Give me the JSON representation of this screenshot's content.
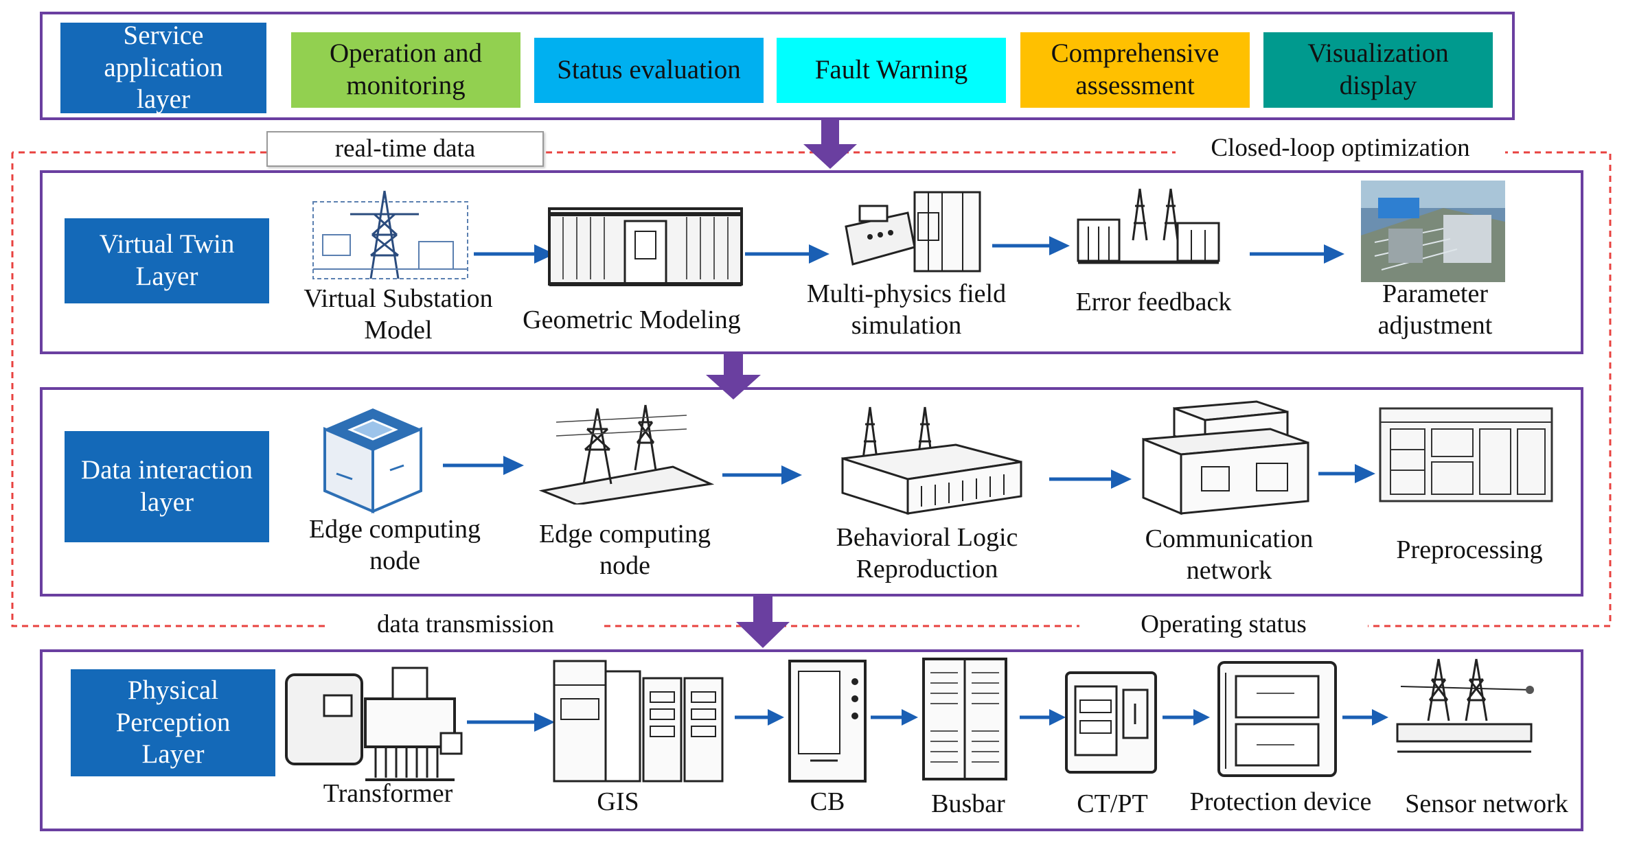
{
  "colors": {
    "layer_border": "#6a3fa0",
    "layer_label_bg": "#1469b8",
    "arrow_blue": "#1a5fb4",
    "down_arrow": "#6a3fa0",
    "loop_dash": "#e8423f",
    "svc_green": "#92d050",
    "svc_blue": "#00b0f0",
    "svc_cyan": "#00ffff",
    "svc_orange": "#ffc000",
    "svc_teal": "#009a8e"
  },
  "service": {
    "label": "Service\napplication\nlayer",
    "items": [
      {
        "label": "Operation and\nmonitoring",
        "color": "#92d050"
      },
      {
        "label": "Status evaluation",
        "color": "#00b0f0"
      },
      {
        "label": "Fault Warning",
        "color": "#00ffff"
      },
      {
        "label": "Comprehensive\nassessment",
        "color": "#ffc000"
      },
      {
        "label": "Visualization\ndisplay",
        "color": "#009a8e"
      }
    ]
  },
  "loop": {
    "realtime": "real-time data",
    "closed_loop": "Closed-loop optimization",
    "transmission": "data transmission",
    "status": "Operating status"
  },
  "virtual": {
    "label": "Virtual Twin\nLayer",
    "items": [
      {
        "label": "Virtual Substation\nModel",
        "icon": "substation-blueprint-icon"
      },
      {
        "label": "Geometric Modeling",
        "icon": "building-model-icon"
      },
      {
        "label": "Multi-physics field\nsimulation",
        "icon": "simulation-equipment-icon"
      },
      {
        "label": "Error feedback",
        "icon": "substation-building-icon"
      },
      {
        "label": "Parameter\nadjustment",
        "icon": "substation-3d-render-icon"
      }
    ]
  },
  "interaction": {
    "label": "Data interaction\nlayer",
    "items": [
      {
        "label": "Edge computing\nnode",
        "icon": "edge-cube-icon"
      },
      {
        "label": "Edge computing\nnode",
        "icon": "transmission-tower-icon"
      },
      {
        "label": "Behavioral Logic\nReproduction",
        "icon": "substation-building-icon"
      },
      {
        "label": "Communication\nnetwork",
        "icon": "equipment-block-icon"
      },
      {
        "label": "Preprocessing",
        "icon": "panel-cabinet-icon"
      }
    ]
  },
  "physical": {
    "label": "Physical\nPerception\nLayer",
    "items": [
      {
        "label": "Transformer",
        "icon": "transformer-icon"
      },
      {
        "label": "GIS",
        "icon": "gis-cabinet-icon"
      },
      {
        "label": "CB",
        "icon": "circuit-breaker-icon"
      },
      {
        "label": "Busbar",
        "icon": "busbar-icon"
      },
      {
        "label": "CT/PT",
        "icon": "ct-pt-icon"
      },
      {
        "label": "Protection device",
        "icon": "protection-device-icon"
      },
      {
        "label": "Sensor network",
        "icon": "sensor-tower-icon"
      }
    ]
  }
}
